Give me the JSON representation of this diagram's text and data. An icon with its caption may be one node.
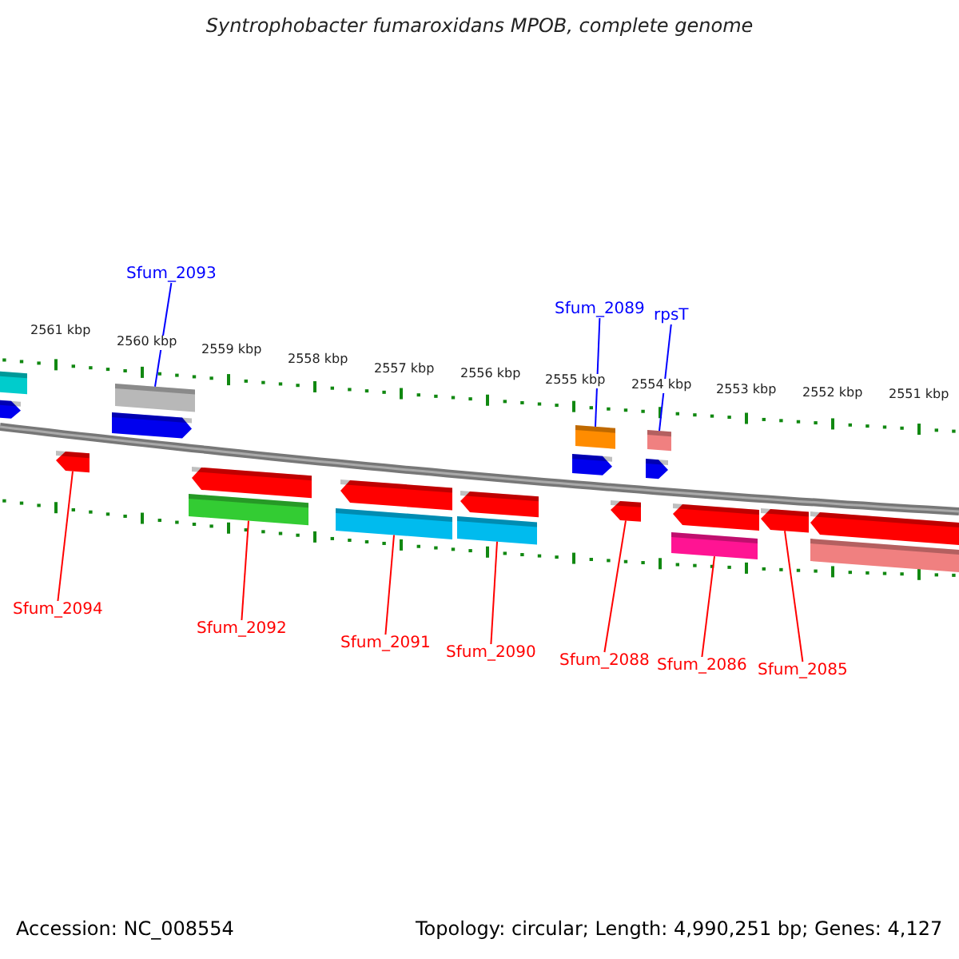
{
  "diagram": {
    "title": "Syntrophobacter fumaroxidans MPOB, complete genome",
    "nodes": [
      {
        "text": [
          "Sfum_2093"
        ]
      },
      {
        "text": [],
        "shape": "bar"
      },
      {
        "text": [
          "Sfum_2089"
        ]
      },
      {
        "text": [],
        "shape": "bar"
      },
      {
        "text": [
          "rpsT"
        ]
      },
      {
        "text": [],
        "shape": "bar"
      },
      {
        "text": [],
        "shape": "bar"
      },
      {
        "text": [],
        "shape": "bar"
      },
      {
        "text": [],
        "shape": "bar"
      },
      {
        "text": [],
        "shape": "bar"
      },
      {
        "text": [],
        "shape": "bar"
      },
      {
        "text": [],
        "shape": "bar"
      },
      {
        "text": [],
        "shape": "bar"
      },
      {
        "text": [
          "Sfum_2094"
        ]
      },
      {
        "text": [
          "Sfum_2092"
        ]
      },
      {
        "text": [
          "Sfum_2091"
        ]
      },
      {
        "text": [
          "Sfum_2090"
        ]
      },
      {
        "text": [
          "Sfum_2088"
        ]
      },
      {
        "text": [
          "Sfum_2086"
        ]
      },
      {
        "text": [
          "Sfum_2085"
        ]
      },
      {
        "text": [],
        "shape": "bar"
      },
      {
        "text": [],
        "shape": "bar"
      },
      {
        "text": [],
        "shape": "bar"
      },
      {
        "text": [],
        "shape": "bar"
      },
      {
        "text": [],
        "shape": "bar"
      },
      {
        "text": [],
        "shape": "bar"
      },
      {
        "text": [],
        "shape": "bar"
      },
      {
        "text": [],
        "shape": "bar"
      },
      {
        "text": [],
        "shape": "bar"
      },
      {
        "text": [],
        "shape": "bar"
      },
      {
        "text": [],
        "shape": "bar"
      }
    ],
    "edges": [
      {
        "from": 0,
        "to": 1,
        "arrow": "none",
        "color": "#0000ff"
      },
      {
        "from": 2,
        "to": 3,
        "arrow": "none",
        "color": "#0000ff"
      },
      {
        "from": 4,
        "to": 5,
        "arrow": "none",
        "color": "#0000ff"
      },
      {
        "from": 13,
        "to": 6,
        "arrow": "none"
      },
      {
        "from": 14,
        "to": 7,
        "arrow": "none"
      },
      {
        "from": 15,
        "to": 8,
        "arrow": "none"
      },
      {
        "from": 16,
        "to": 9,
        "arrow": "none"
      },
      {
        "from": 17,
        "to": 10,
        "arrow": "none"
      },
      {
        "from": 18,
        "to": 11,
        "arrow": "none"
      },
      {
        "from": 19,
        "to": 12,
        "arrow": "none"
      }
    ],
    "labels": [
      "2561 kbp",
      "2560 kbp",
      "2559 kbp",
      "2558 kbp",
      "2557 kbp",
      "2556 kbp",
      "2555 kbp",
      "2554 kbp",
      "2553 kbp",
      "2552 kbp",
      "2551 kbp",
      "Accession: NC_008554",
      "Topology: circular; Length: 4,990,251 bp; Genes: 4,127"
    ]
  }
}
